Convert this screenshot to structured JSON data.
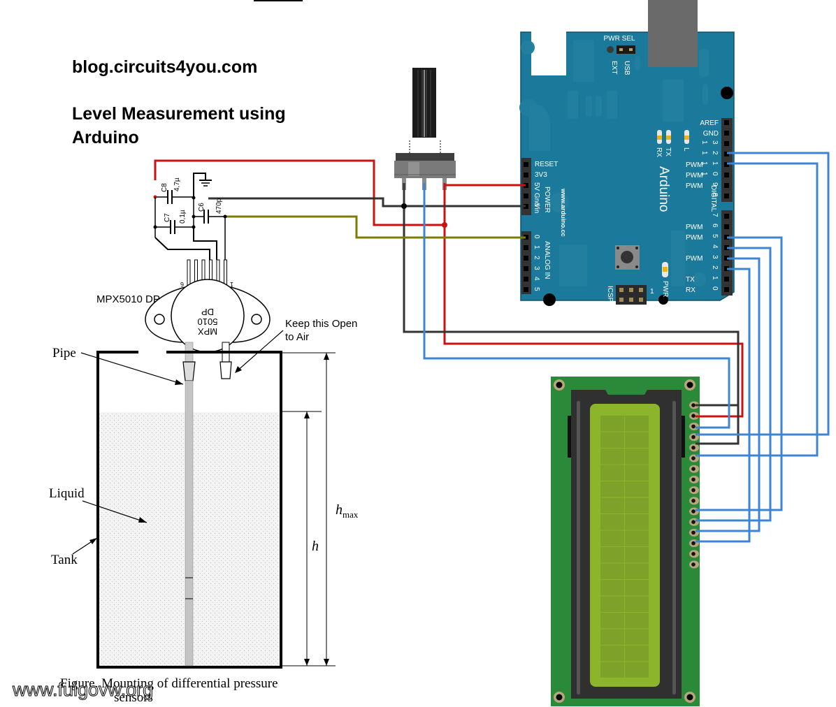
{
  "header": {
    "site": "blog.circuits4you.com",
    "title_line1": "Level Measurement using",
    "title_line2": "Arduino"
  },
  "arduino": {
    "board_label": "Arduino",
    "website": "www.arduino.cc",
    "pwr_sel": "PWR SEL",
    "pwr_sel_ext": "EXT",
    "pwr_sel_usb": "USB",
    "led_labels": [
      "RX",
      "TX",
      "L"
    ],
    "pwr_led": "PWR",
    "icsp": "ICSP",
    "icsp_pin1": "1",
    "power_header": {
      "group_label": "POWER",
      "pins": [
        "RESET",
        "3V3",
        "5V",
        "Gnd",
        "Vin"
      ]
    },
    "analog_header": {
      "group_label": "ANALOG IN",
      "pins": [
        "0",
        "1",
        "2",
        "3",
        "4",
        "5"
      ]
    },
    "digital_header_top": {
      "pins": [
        {
          "name": "AREF",
          "num": ""
        },
        {
          "name": "GND",
          "num": ""
        },
        {
          "name": "",
          "num": "13"
        },
        {
          "name": "",
          "num": "12"
        },
        {
          "name": "PWM",
          "num": "11"
        },
        {
          "name": "PWM",
          "num": "10"
        },
        {
          "name": "PWM",
          "num": "9"
        },
        {
          "name": "",
          "num": "8"
        }
      ],
      "group_label": "DIGITAL"
    },
    "digital_header_bottom": {
      "pins": [
        {
          "name": "",
          "num": "7"
        },
        {
          "name": "PWM",
          "num": "6"
        },
        {
          "name": "PWM",
          "num": "5"
        },
        {
          "name": "",
          "num": "4"
        },
        {
          "name": "PWM",
          "num": "3"
        },
        {
          "name": "",
          "num": "2"
        },
        {
          "name": "TX",
          "num": "1"
        },
        {
          "name": "RX",
          "num": "0"
        }
      ]
    }
  },
  "schematic": {
    "components": {
      "c8": "C8",
      "c8_value": "4,7µ",
      "c7": "C7",
      "c7_value": "0,1µ",
      "c6": "C6",
      "c6_value": "470p"
    },
    "sensor_label": "MPX5010 DP",
    "sensor_body_lines": [
      "MPX",
      "5010",
      "DP"
    ],
    "sensor_pin_first": "6",
    "sensor_pin_last": "1"
  },
  "tank": {
    "pipe": "Pipe",
    "liquid": "Liquid",
    "tank": "Tank",
    "open_air_line1": "Keep this Open",
    "open_air_line2": "to Air",
    "h": "h",
    "hmax_h": "h",
    "hmax_sub": "max",
    "caption_line1": "Figure. Mounting of differential pressure",
    "caption_line2": "sensors",
    "watermark": "www.fuigovw.org"
  },
  "colors": {
    "board": "#1b7a9c",
    "lcd_pcb": "#2a8a3a",
    "lcd_screen": "#8db52c",
    "wire_red": "#cc1111",
    "wire_black": "#333333",
    "wire_blue": "#3d85d4",
    "wire_olive": "#7c7c00"
  }
}
